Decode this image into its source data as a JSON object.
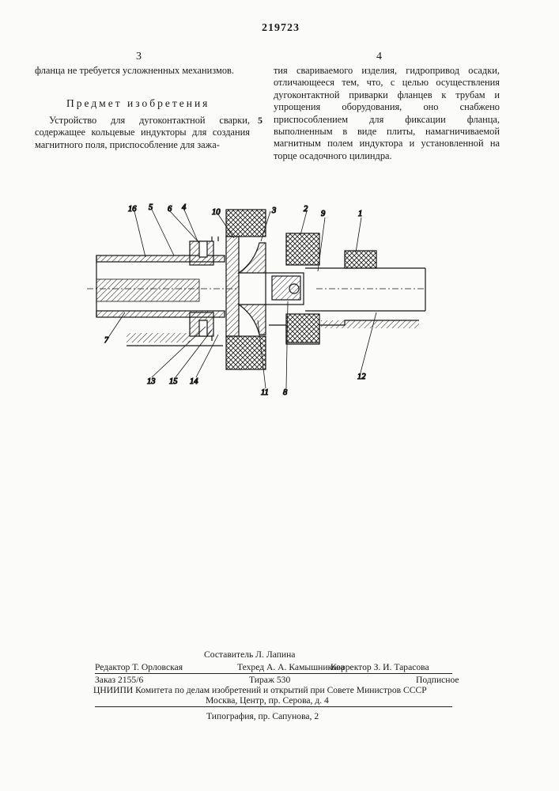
{
  "patent_number": "219723",
  "columns": {
    "left_number": "3",
    "right_number": "4"
  },
  "left_column": {
    "continuation": "фланца не требуется усложненных механизмов.",
    "heading": "Предмет изобретения",
    "claim_start": "Устройство для дугоконтактной сварки, содержащее кольцевые индукторы для создания магнитного поля, приспособление для зажа-"
  },
  "right_column": {
    "claim_continuation": "тия свариваемого изделия, гидропривод осадки, отличающееся тем, что, с целью осуществления дугоконтактной приварки фланцев к трубам и упрощения оборудования, оно снабжено приспособлением для фиксации фланца, выполненным в виде плиты, намагничиваемой магнитным полем индуктора и установленной на торце осадочного цилиндра."
  },
  "line_marker": "5",
  "figure_labels": [
    "16",
    "5",
    "6",
    "4",
    "10",
    "3",
    "2",
    "9",
    "1",
    "7",
    "13",
    "15",
    "14",
    "11",
    "8",
    "12"
  ],
  "imprint": {
    "compiler": "Составитель Л. Лапина",
    "editor": "Редактор Т. Орловская",
    "techeditor": "Техред А. А. Камышникова",
    "corrector": "Корректор З. И. Тарасова",
    "order": "Заказ 2155/6",
    "circulation": "Тираж 530",
    "subscription": "Подписное",
    "institute": "ЦНИИПИ Комитета по делам изобретений и открытий при Совете Министров СССР",
    "address": "Москва, Центр, пр. Серова, д. 4",
    "printing": "Типография, пр. Сапунова, 2"
  }
}
